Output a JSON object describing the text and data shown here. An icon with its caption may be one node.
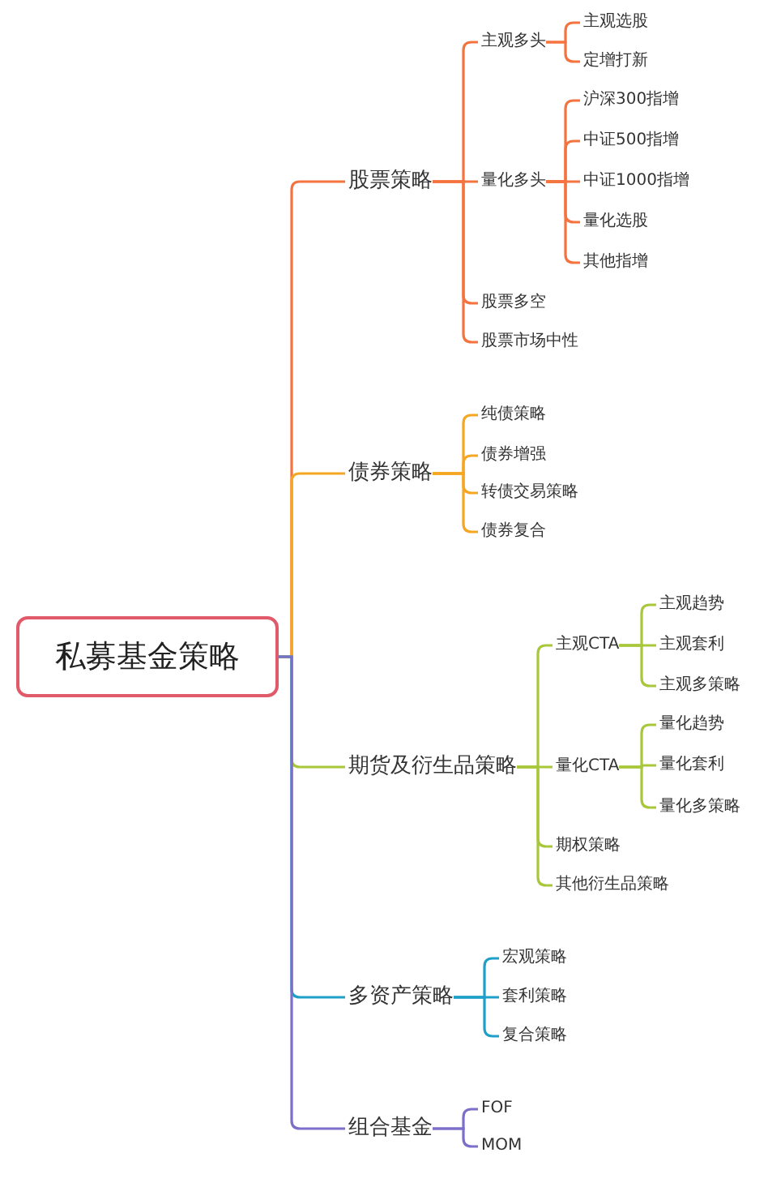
{
  "diagram": {
    "nodes": [
      {
        "text": [
          "私募基金策略"
        ]
      },
      {
        "text": [
          "股票策略"
        ]
      },
      {
        "text": [
          "主观多头"
        ]
      },
      {
        "text": [
          "主观选股"
        ]
      },
      {
        "text": [
          "定增打新"
        ]
      },
      {
        "text": [
          "量化多头"
        ]
      },
      {
        "text": [
          "沪深300指增"
        ]
      },
      {
        "text": [
          "中证500指增"
        ]
      },
      {
        "text": [
          "中证1000指增"
        ]
      },
      {
        "text": [
          "量化选股"
        ]
      },
      {
        "text": [
          "其他指增"
        ]
      },
      {
        "text": [
          "股票多空"
        ]
      },
      {
        "text": [
          "股票市场中性"
        ]
      },
      {
        "text": [
          "债券策略"
        ]
      },
      {
        "text": [
          "纯债策略"
        ]
      },
      {
        "text": [
          "债券增强"
        ]
      },
      {
        "text": [
          "转债交易策略"
        ]
      },
      {
        "text": [
          "债券复合"
        ]
      },
      {
        "text": [
          "期货及衍生品策略"
        ]
      },
      {
        "text": [
          "主观CTA"
        ]
      },
      {
        "text": [
          "主观趋势"
        ]
      },
      {
        "text": [
          "主观套利"
        ]
      },
      {
        "text": [
          "主观多策略"
        ]
      },
      {
        "text": [
          "量化CTA"
        ]
      },
      {
        "text": [
          "量化趋势"
        ]
      },
      {
        "text": [
          "量化套利"
        ]
      },
      {
        "text": [
          "量化多策略"
        ]
      },
      {
        "text": [
          "期权策略"
        ]
      },
      {
        "text": [
          "其他衍生品策略"
        ]
      },
      {
        "text": [
          "多资产策略"
        ]
      },
      {
        "text": [
          "宏观策略"
        ]
      },
      {
        "text": [
          "套利策略"
        ]
      },
      {
        "text": [
          "复合策略"
        ]
      },
      {
        "text": [
          "组合基金"
        ]
      },
      {
        "text": [
          "FOF"
        ]
      },
      {
        "text": [
          "MOM"
        ]
      }
    ],
    "edges": [
      {
        "from": 0,
        "to": 1,
        "arrow": "none",
        "color": "#f4733f"
      },
      {
        "from": 1,
        "to": 2,
        "arrow": "none",
        "color": "#f4733f"
      },
      {
        "from": 2,
        "to": 3,
        "arrow": "none",
        "color": "#f4733f"
      },
      {
        "from": 2,
        "to": 4,
        "arrow": "none",
        "color": "#f4733f"
      },
      {
        "from": 1,
        "to": 5,
        "arrow": "none",
        "color": "#f4733f"
      },
      {
        "from": 5,
        "to": 6,
        "arrow": "none",
        "color": "#f4733f"
      },
      {
        "from": 5,
        "to": 7,
        "arrow": "none",
        "color": "#f4733f"
      },
      {
        "from": 5,
        "to": 8,
        "arrow": "none",
        "color": "#f4733f"
      },
      {
        "from": 5,
        "to": 9,
        "arrow": "none",
        "color": "#f4733f"
      },
      {
        "from": 5,
        "to": 10,
        "arrow": "none",
        "color": "#f4733f"
      },
      {
        "from": 1,
        "to": 11,
        "arrow": "none",
        "color": "#f4733f"
      },
      {
        "from": 1,
        "to": 12,
        "arrow": "none",
        "color": "#f4733f"
      },
      {
        "from": 0,
        "to": 13,
        "arrow": "none",
        "color": "#f5a623"
      },
      {
        "from": 13,
        "to": 14,
        "arrow": "none",
        "color": "#f5a623"
      },
      {
        "from": 13,
        "to": 15,
        "arrow": "none",
        "color": "#f5a623"
      },
      {
        "from": 13,
        "to": 16,
        "arrow": "none",
        "color": "#f5a623"
      },
      {
        "from": 13,
        "to": 17,
        "arrow": "none",
        "color": "#f5a623"
      },
      {
        "from": 0,
        "to": 18,
        "arrow": "none",
        "color": "#a8c83a"
      },
      {
        "from": 18,
        "to": 19,
        "arrow": "none",
        "color": "#a8c83a"
      },
      {
        "from": 19,
        "to": 20,
        "arrow": "none",
        "color": "#a8c83a"
      },
      {
        "from": 19,
        "to": 21,
        "arrow": "none",
        "color": "#a8c83a"
      },
      {
        "from": 19,
        "to": 22,
        "arrow": "none",
        "color": "#a8c83a"
      },
      {
        "from": 18,
        "to": 23,
        "arrow": "none",
        "color": "#a8c83a"
      },
      {
        "from": 23,
        "to": 24,
        "arrow": "none",
        "color": "#a8c83a"
      },
      {
        "from": 23,
        "to": 25,
        "arrow": "none",
        "color": "#a8c83a"
      },
      {
        "from": 23,
        "to": 26,
        "arrow": "none",
        "color": "#a8c83a"
      },
      {
        "from": 18,
        "to": 27,
        "arrow": "none",
        "color": "#a8c83a"
      },
      {
        "from": 18,
        "to": 28,
        "arrow": "none",
        "color": "#a8c83a"
      },
      {
        "from": 0,
        "to": 29,
        "arrow": "none",
        "color": "#1fa0c8"
      },
      {
        "from": 29,
        "to": 30,
        "arrow": "none",
        "color": "#1fa0c8"
      },
      {
        "from": 29,
        "to": 31,
        "arrow": "none",
        "color": "#1fa0c8"
      },
      {
        "from": 29,
        "to": 32,
        "arrow": "none",
        "color": "#1fa0c8"
      },
      {
        "from": 0,
        "to": 33,
        "arrow": "none",
        "color": "#7b6fc9"
      },
      {
        "from": 33,
        "to": 34,
        "arrow": "none",
        "color": "#7b6fc9"
      },
      {
        "from": 33,
        "to": 35,
        "arrow": "none",
        "color": "#7b6fc9"
      }
    ]
  }
}
